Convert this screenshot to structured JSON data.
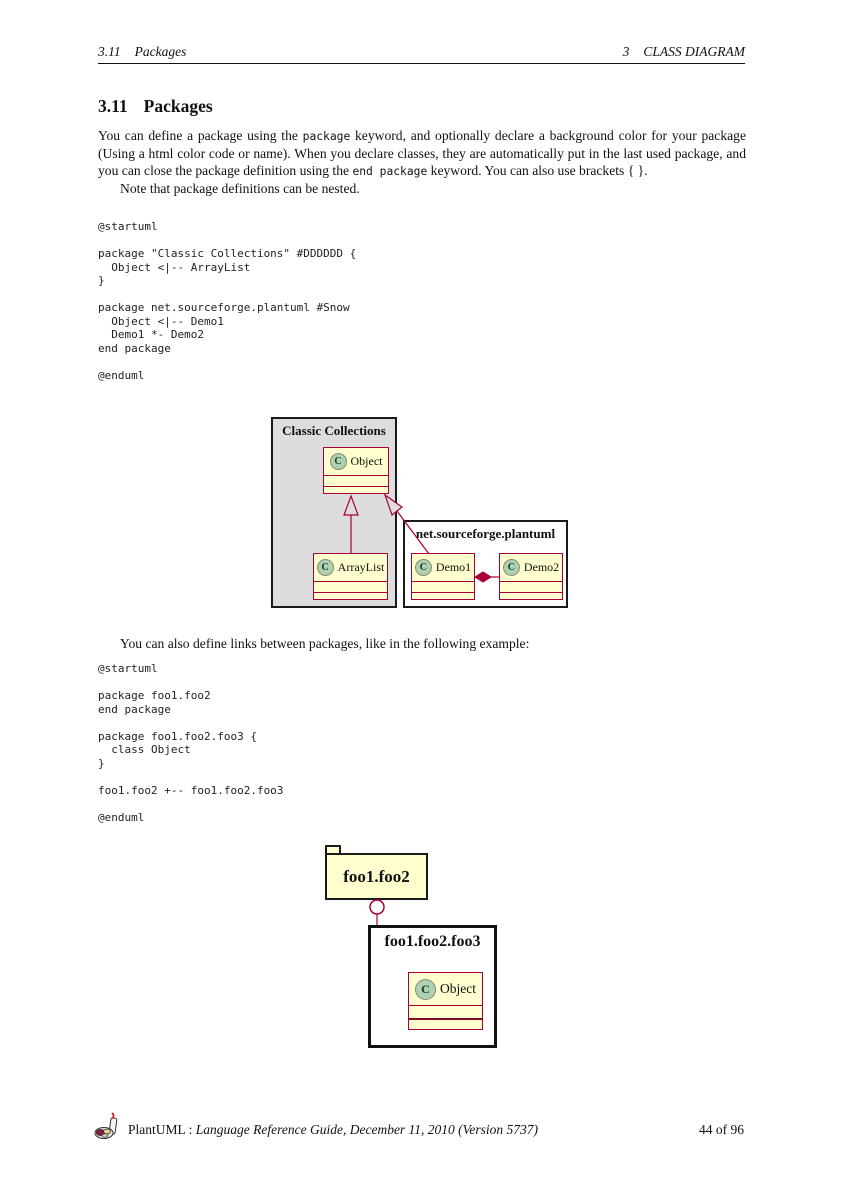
{
  "header": {
    "left_num": "3.11",
    "left_label": "Packages",
    "right_num": "3",
    "right_label": "CLASS DIAGRAM"
  },
  "section": {
    "number": "3.11",
    "title": "Packages"
  },
  "intro": {
    "s1": "You can define a package using the ",
    "c1": "package",
    "s2": " keyword, and optionally declare a background color for your package (Using a html color code or name). When you declare classes, they are automatically put in the last used package, and you can close the package definition using the ",
    "c2": "end package",
    "s3": " keyword. You can also use brackets { }.",
    "note": "Note that package definitions can be nested."
  },
  "code1": "@startuml\n\npackage \"Classic Collections\" #DDDDDD {\n  Object <|-- ArrayList\n}\n\npackage net.sourceforge.plantuml #Snow\n  Object <|-- Demo1\n  Demo1 *- Demo2\nend package\n\n@enduml",
  "between": "You can also define links between packages, like in the following example:",
  "code2": "@startuml\n\npackage foo1.foo2\nend package\n\npackage foo1.foo2.foo3 {\n  class Object\n}\n\nfoo1.foo2 +-- foo1.foo2.foo3\n\n@enduml",
  "diagram1": {
    "package1_title": "Classic Collections",
    "package1_fill": "#DDDDDD",
    "package2_title": "net.sourceforge.plantuml",
    "package2_fill": "#FFFFFF",
    "class_object": "Object",
    "class_arraylist": "ArrayList",
    "class_demo1": "Demo1",
    "class_demo2": "Demo2",
    "icon_letter": "C"
  },
  "diagram2": {
    "folder_title": "foo1.foo2",
    "package_title": "foo1.foo2.foo3",
    "class_object": "Object",
    "icon_letter": "C"
  },
  "colors": {
    "class_fill": "#FEFECE",
    "class_border": "#A80036",
    "icon_fill": "#ADD1B2",
    "package_gray": "#DDDDDD"
  },
  "footer": {
    "brand": "PlantUML : ",
    "doc": "Language Reference Guide, December 11, 2010 (Version 5737)",
    "page": "44 of 96"
  }
}
